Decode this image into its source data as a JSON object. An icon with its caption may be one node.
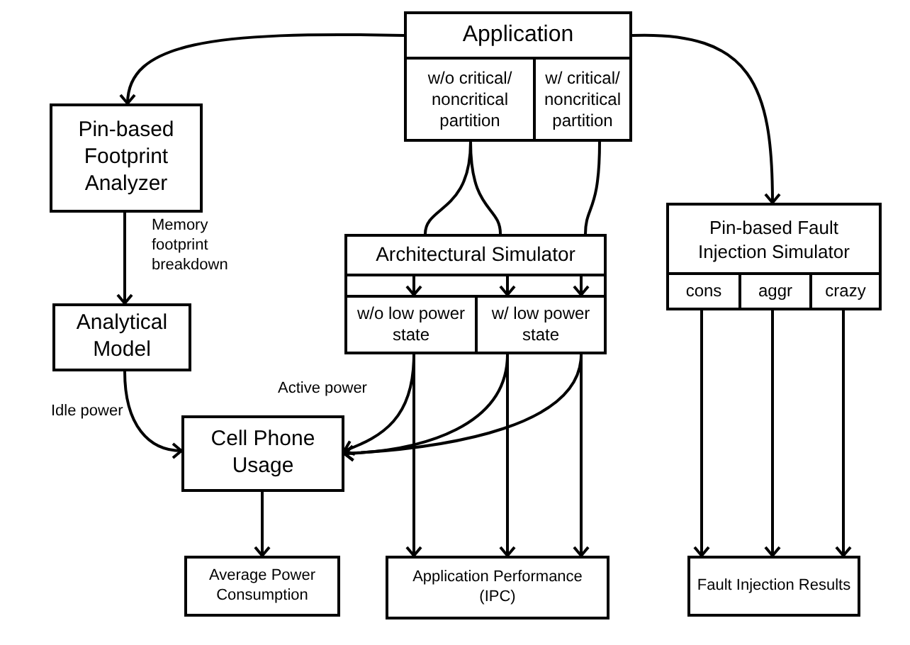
{
  "diagram": {
    "nodes": [
      {
        "text": [
          "Application"
        ]
      },
      {
        "text": [
          "w/o critical/ noncritical partition"
        ],
        "in": 0
      },
      {
        "text": [
          "w/ critical/ noncritical partition"
        ],
        "in": 0
      },
      {
        "text": [
          "Pin-based Footprint Analyzer"
        ]
      },
      {
        "text": [],
        "shape": "box"
      },
      {
        "text": [
          "Architectural Simulator"
        ],
        "in": 4
      },
      {
        "text": [
          "w/o low power state"
        ],
        "in": 4
      },
      {
        "text": [
          "w/ low power state"
        ],
        "in": 4
      },
      {
        "text": [
          "Pin-based Fault Injection Simulator"
        ]
      },
      {
        "text": [
          "cons"
        ],
        "in": 8
      },
      {
        "text": [
          "aggr"
        ],
        "in": 8
      },
      {
        "text": [
          "crazy"
        ],
        "in": 8
      },
      {
        "text": [
          "Analytical Model"
        ]
      },
      {
        "text": [
          "Cell Phone Usage"
        ]
      },
      {
        "text": [
          "Average Power Consumption"
        ]
      },
      {
        "text": [
          "Application Performance (IPC)"
        ]
      },
      {
        "text": [
          "Fault Injection Results"
        ]
      }
    ],
    "edges": [
      {
        "from": 0,
        "to": 3,
        "arrow": "to"
      },
      {
        "from": 0,
        "to": 8,
        "arrow": "to"
      },
      {
        "from": 1,
        "to": 5,
        "arrow": "none"
      },
      {
        "from": 1,
        "to": 5,
        "arrow": "none"
      },
      {
        "from": 2,
        "to": 5,
        "arrow": "none"
      },
      {
        "from": 5,
        "to": 6,
        "arrow": "to"
      },
      {
        "from": 5,
        "to": 7,
        "arrow": "to"
      },
      {
        "from": 5,
        "to": 7,
        "arrow": "to"
      },
      {
        "from": 6,
        "to": 13,
        "arrow": "to",
        "label": "Active power"
      },
      {
        "from": 7,
        "to": 13,
        "arrow": "to"
      },
      {
        "from": 7,
        "to": 13,
        "arrow": "to"
      },
      {
        "from": 6,
        "to": 15,
        "arrow": "to"
      },
      {
        "from": 7,
        "to": 15,
        "arrow": "to"
      },
      {
        "from": 7,
        "to": 15,
        "arrow": "to"
      },
      {
        "from": 3,
        "to": 12,
        "arrow": "to",
        "label": "Memory footprint breakdown"
      },
      {
        "from": 12,
        "to": 13,
        "arrow": "to",
        "label": "Idle power"
      },
      {
        "from": 13,
        "to": 14,
        "arrow": "to"
      },
      {
        "from": 9,
        "to": 16,
        "arrow": "to"
      },
      {
        "from": 10,
        "to": 16,
        "arrow": "to"
      },
      {
        "from": 11,
        "to": 16,
        "arrow": "to"
      }
    ]
  }
}
